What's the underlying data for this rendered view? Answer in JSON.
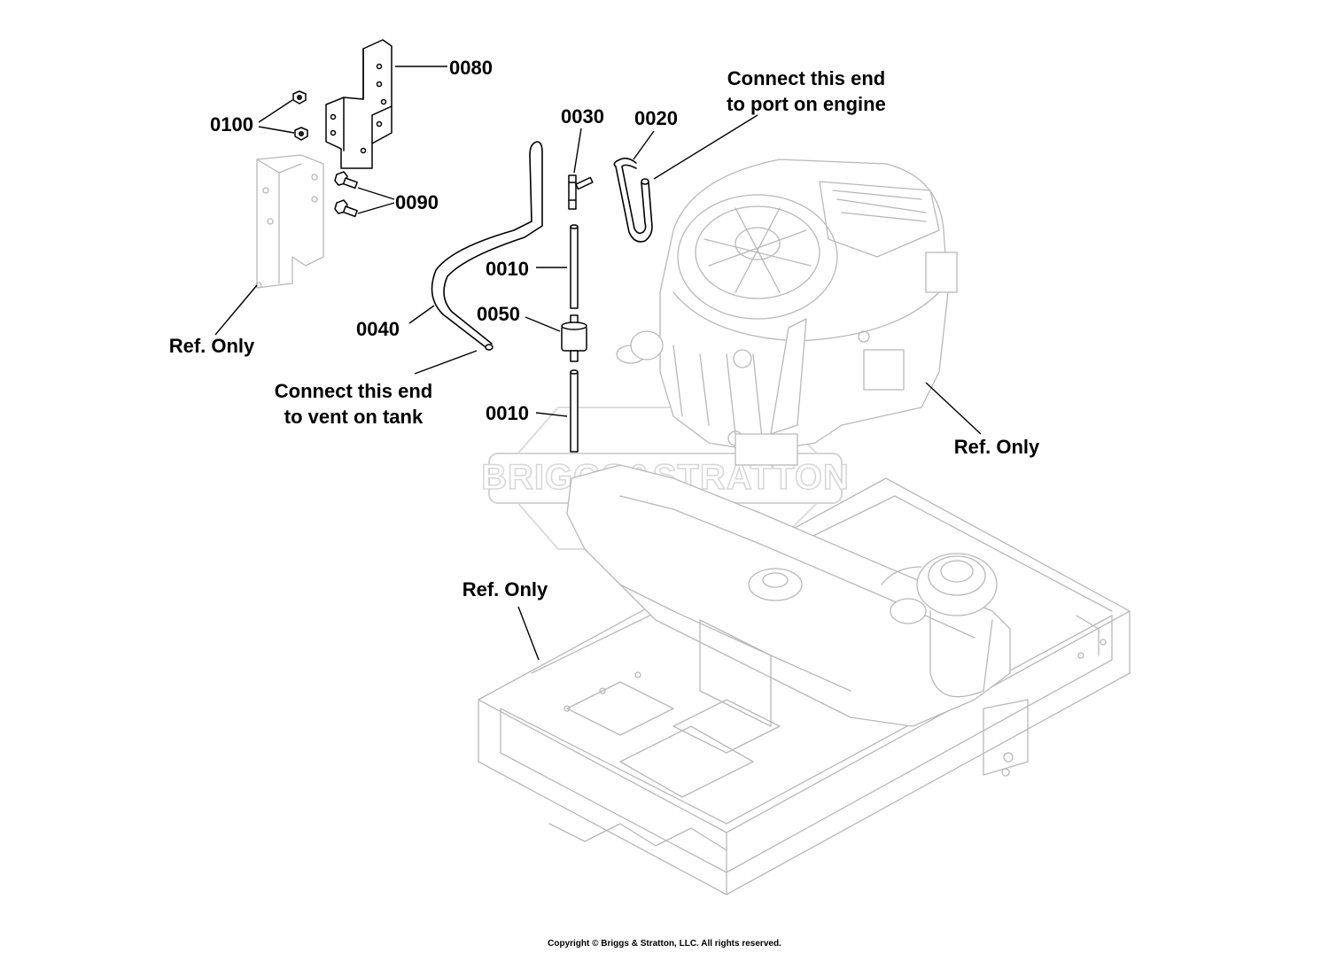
{
  "callouts": {
    "p0080": "0080",
    "p0100": "0100",
    "p0090": "0090",
    "p0030": "0030",
    "p0020": "0020",
    "p0010_upper": "0010",
    "p0050": "0050",
    "p0040": "0040",
    "p0010_lower": "0010"
  },
  "notes": {
    "engine_port_line1": "Connect this end",
    "engine_port_line2": "to port on engine",
    "tank_vent_line1": "Connect this end",
    "tank_vent_line2": "to vent on tank",
    "ref_bracket": "Ref. Only",
    "ref_engine": "Ref. Only",
    "ref_frame": "Ref. Only"
  },
  "watermark": {
    "text": "BRIGGS&STRATTON",
    "registered": "®"
  },
  "copyright": "Copyright © Briggs & Stratton, LLC. All rights reserved."
}
